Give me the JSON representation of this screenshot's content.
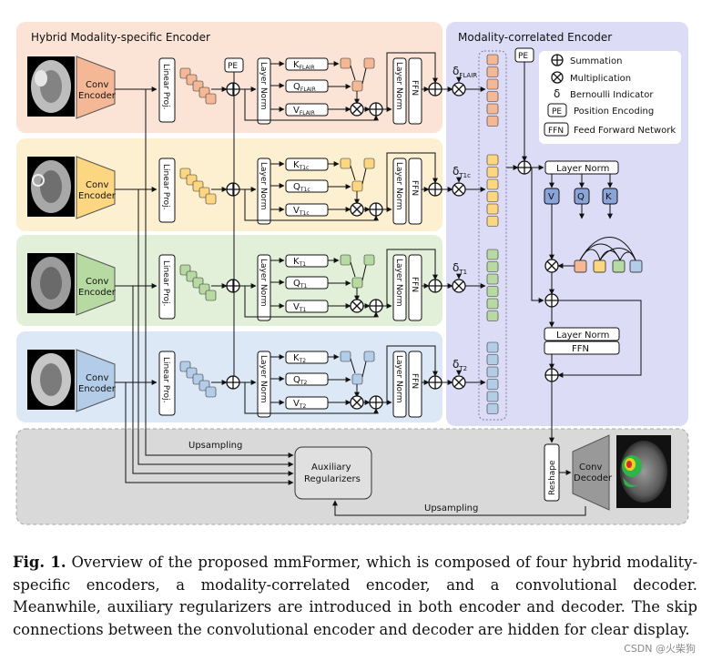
{
  "figure": {
    "hybrid_title": "Hybrid Modality-specific Encoder",
    "correlated_title": "Modality-correlated Encoder",
    "conv_encoder": "Conv Encoder",
    "linear_proj": "Linear Proj.",
    "pe": "PE",
    "layer_norm": "Layer Norm",
    "ffn": "FFN",
    "modalities": [
      {
        "k": "K",
        "q": "Q",
        "v": "V",
        "sub": "FLAIR",
        "delta": "δ",
        "dsub": "FLAIR",
        "color": "#f5b896"
      },
      {
        "k": "K",
        "q": "Q",
        "v": "V",
        "sub": "T1c",
        "delta": "δ",
        "dsub": "T1c",
        "color": "#fcd680"
      },
      {
        "k": "K",
        "q": "Q",
        "v": "V",
        "sub": "T1",
        "delta": "δ",
        "dsub": "T1",
        "color": "#b7d9a2"
      },
      {
        "k": "K",
        "q": "Q",
        "v": "V",
        "sub": "T2",
        "delta": "δ",
        "dsub": "T2",
        "color": "#b3cde9"
      }
    ],
    "legend": {
      "summation": "Summation",
      "multiplication": "Multiplication",
      "delta_symbol": "δ",
      "bernoulli": "Bernoulli Indicator",
      "pe": "PE",
      "position_encoding": "Position Encoding",
      "ffn": "FFN",
      "feed_forward": "Feed Forward Network"
    },
    "corr_layer_norm": "Layer Norm",
    "corr_v": "V",
    "corr_q": "Q",
    "corr_k": "K",
    "corr_layer_norm2": "Layer Norm",
    "corr_ffn": "FFN",
    "upsampling_top": "Upsampling",
    "upsampling_bottom": "Upsampling",
    "aux_line1": "Auxiliary",
    "aux_line2": "Regularizers",
    "reshape": "Reshape",
    "conv_decoder": "Conv Decoder"
  },
  "caption": {
    "label": "Fig. 1.",
    "text": " Overview of the proposed mmFormer, which is composed of four hybrid modality-specific encoders, a modality-correlated encoder, and a convolutional decoder. Meanwhile, auxiliary regularizers are introduced in both encoder and decoder. The skip connections between the convolutional encoder and decoder are hidden for clear display."
  },
  "watermark": "CSDN @火柴狗",
  "colors": {
    "flair_bg": "#fbe3d6",
    "t1c_bg": "#fdf0d0",
    "t1_bg": "#e2efd9",
    "t2_bg": "#dce8f5",
    "corr_bg": "#dcdcf6",
    "bottom_bg": "#d9d9d9"
  }
}
